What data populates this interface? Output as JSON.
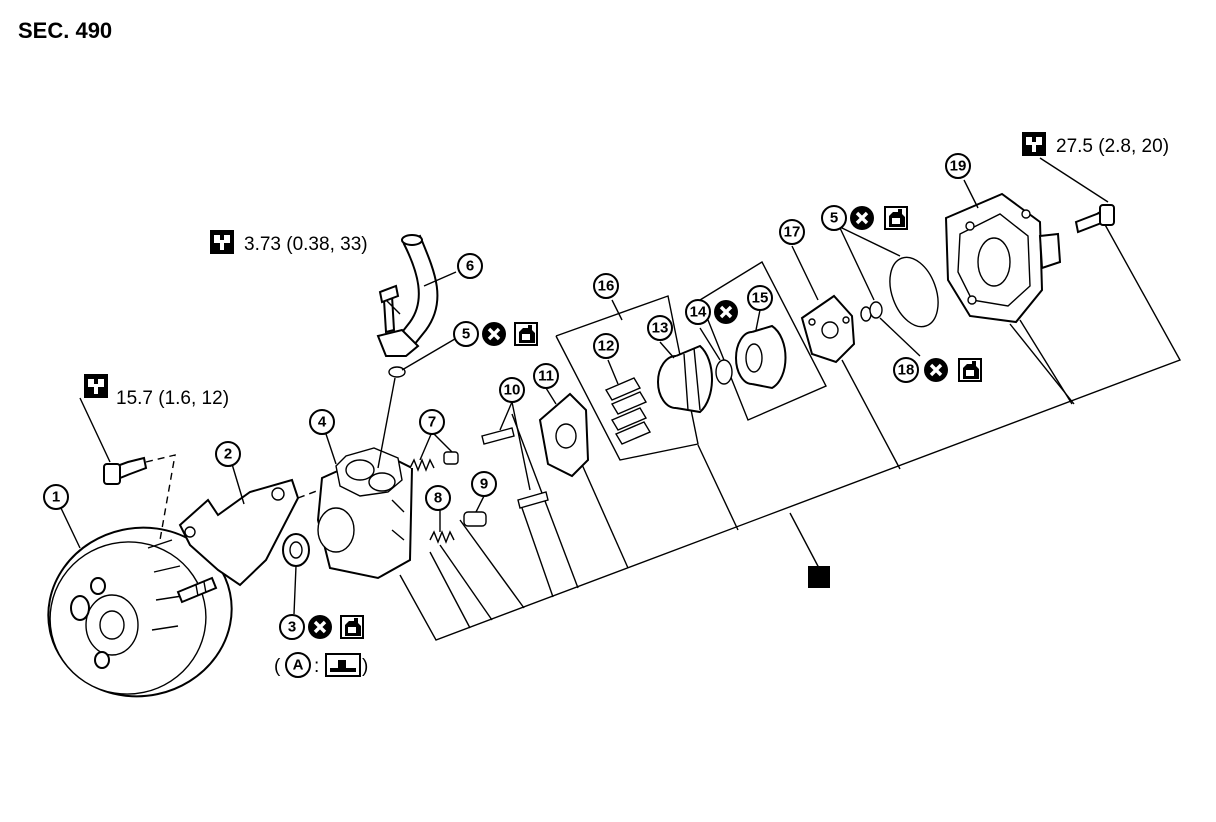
{
  "section": "SEC. 490",
  "torques": [
    {
      "id": "t-pulley-bolt",
      "value": "15.7 (1.6, 12)"
    },
    {
      "id": "t-tube-bolt",
      "value": "3.73 (0.38, 33)"
    },
    {
      "id": "t-rear-bolt",
      "value": "27.5 (2.8, 20)"
    }
  ],
  "callouts": [
    "1",
    "2",
    "3",
    "4",
    "5",
    "5",
    "6",
    "7",
    "8",
    "9",
    "10",
    "11",
    "12",
    "13",
    "14",
    "15",
    "16",
    "17",
    "18",
    "19"
  ],
  "note_a": {
    "open": "(",
    "letter": "A",
    "colon": ":",
    "close": ")"
  },
  "icons": {
    "torque": "torque-wrench-icon",
    "replace": "do-not-reuse-icon",
    "fluid": "apply-fluid-icon",
    "assembly": "assembly-unit-icon"
  }
}
